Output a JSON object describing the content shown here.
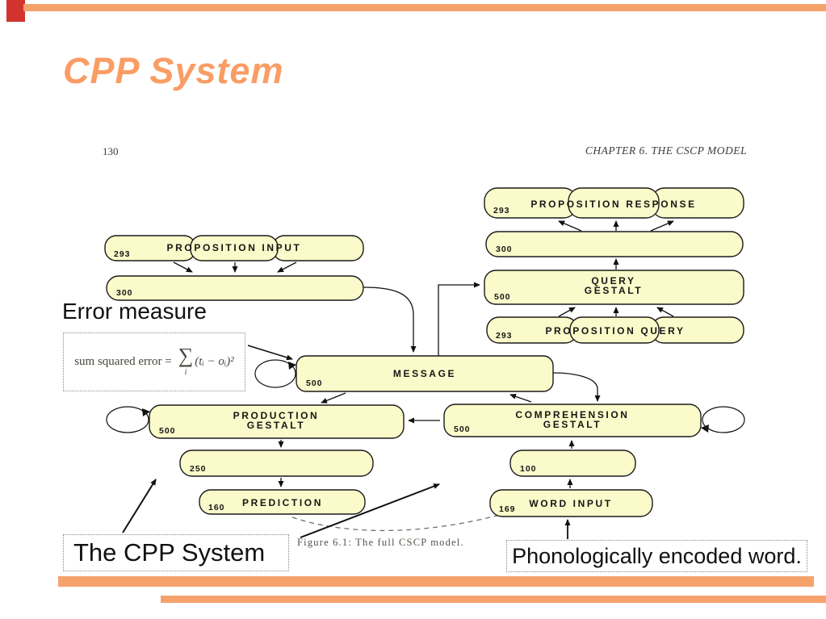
{
  "slide": {
    "title": "CPP System",
    "colors": {
      "accent_bar": "#f6a26d",
      "accent_block": "#d0342c",
      "title_text": "#fa9d64",
      "node_fill": "#fbfaca",
      "node_border": "#1a1a1a"
    }
  },
  "scan": {
    "page_number": "130",
    "chapter_header": "CHAPTER 6.  THE CSCP MODEL",
    "figure_caption": "Figure 6.1: The full CSCP model."
  },
  "nodes": {
    "proposition_input": {
      "label": "PROPOSITION INPUT",
      "units": "293"
    },
    "input_hidden": {
      "units": "300"
    },
    "proposition_response": {
      "label": "PROPOSITION RESPONSE",
      "units": "293"
    },
    "response_hidden": {
      "units": "300"
    },
    "query_gestalt": {
      "line1": "QUERY",
      "line2": "GESTALT",
      "units": "500"
    },
    "proposition_query": {
      "label": "PROPOSITION QUERY",
      "units": "293"
    },
    "message": {
      "label": "MESSAGE",
      "units": "500"
    },
    "production_gestalt": {
      "line1": "PRODUCTION",
      "line2": "GESTALT",
      "units": "500"
    },
    "comprehension_gestalt": {
      "line1": "COMPREHENSION",
      "line2": "GESTALT",
      "units": "500"
    },
    "production_hidden": {
      "units": "250"
    },
    "prediction": {
      "label": "PREDICTION",
      "units": "160"
    },
    "comprehension_hidden": {
      "units": "100"
    },
    "word_input": {
      "label": "WORD INPUT",
      "units": "169"
    }
  },
  "annotations": {
    "error_measure": "Error measure",
    "formula": {
      "prefix": "sum squared error =",
      "sigma": "∑",
      "sigma_sub": "i",
      "body": "(tᵢ − oᵢ)²"
    },
    "cpp_system": "The CPP System",
    "phonological": "Phonologically encoded word."
  }
}
